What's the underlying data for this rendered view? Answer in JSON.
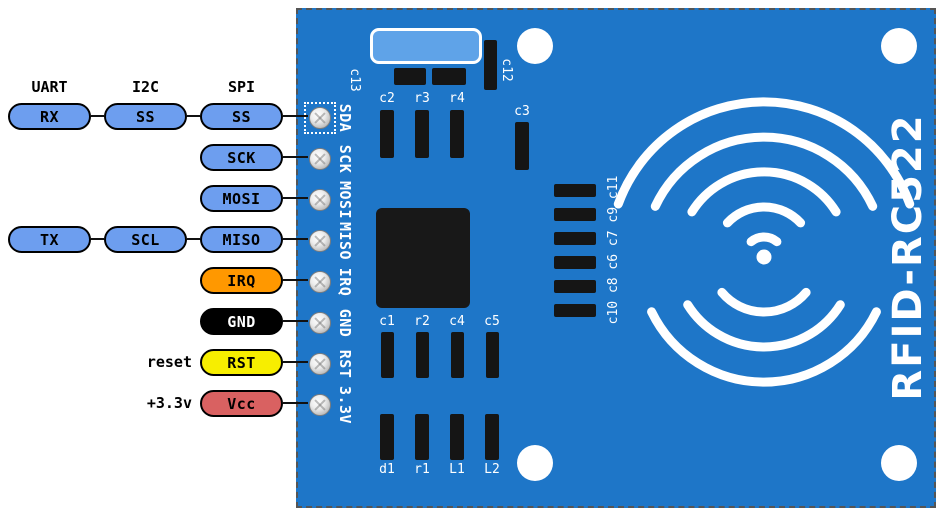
{
  "colors": {
    "board_blue": "#1e76c8",
    "crystal_blue": "#5fa3e8",
    "silk_white": "#ffffff",
    "pill_blue": "#6d9eef",
    "pill_orange": "#ff9800",
    "pill_black": "#000000",
    "pill_yellow": "#f7ee00",
    "pill_red": "#d96161"
  },
  "bus_headers": {
    "uart": "UART",
    "i2c": "I2C",
    "spi": "SPI"
  },
  "rows": {
    "sda": {
      "col0": "RX",
      "col1": "SS",
      "col2": "SS",
      "pin": "SDA"
    },
    "sck": {
      "col2": "SCK",
      "pin": "SCK"
    },
    "mosi": {
      "col2": "MOSI",
      "pin": "MOSI"
    },
    "miso": {
      "col0": "TX",
      "col1": "SCL",
      "col2": "MISO",
      "pin": "MISO"
    },
    "irq": {
      "col2": "IRQ",
      "pin": "IRQ"
    },
    "gnd": {
      "col2": "GND",
      "pin": "GND"
    },
    "rst": {
      "prefix": "reset",
      "col2": "RST",
      "pin": "RST"
    },
    "vcc": {
      "prefix": "+3.3v",
      "col2": "Vcc",
      "pin": "3.3V"
    }
  },
  "board": {
    "title": "RFID-RC522",
    "silk": {
      "c13": "c13",
      "c12": "c12",
      "c2": "c2",
      "r3": "r3",
      "r4": "r4",
      "c3": "c3",
      "c1": "c1",
      "r2": "r2",
      "c4": "c4",
      "c5": "c5",
      "right_column": "c10 c8 c6 c7 c9 c11",
      "d1": "d1",
      "r1": "r1",
      "L1": "L1",
      "L2": "L2"
    }
  }
}
